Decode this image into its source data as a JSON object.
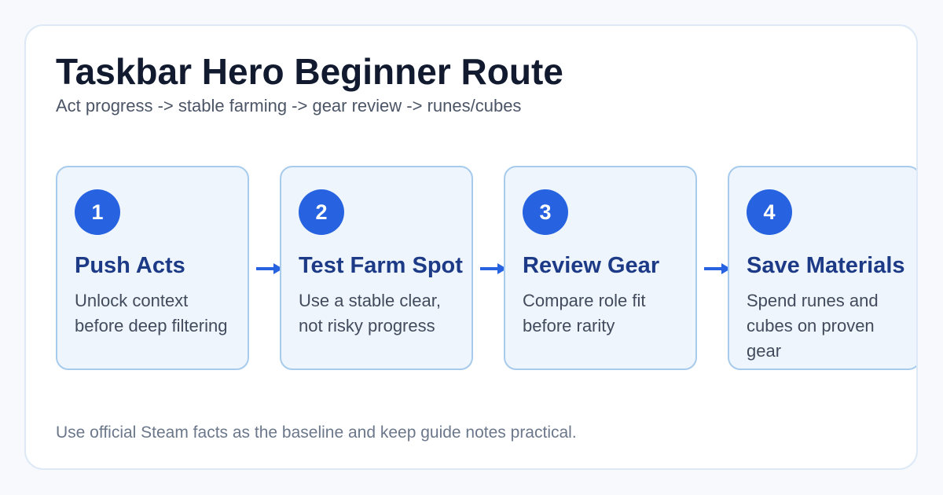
{
  "header": {
    "title": "Taskbar Hero Beginner Route",
    "subtitle": "Act progress -> stable farming -> gear review -> runes/cubes"
  },
  "steps": [
    {
      "number": "1",
      "title": "Push Acts",
      "description": "Unlock context before deep filtering"
    },
    {
      "number": "2",
      "title": "Test Farm Spot",
      "description": "Use a stable clear, not risky progress"
    },
    {
      "number": "3",
      "title": "Review Gear",
      "description": "Compare role fit before rarity"
    },
    {
      "number": "4",
      "title": "Save Materials",
      "description": "Spend runes and cubes on proven gear"
    }
  ],
  "footer": {
    "note": "Use official Steam facts as the baseline and keep guide notes practical."
  },
  "colors": {
    "accent": "#2763e0",
    "step_title": "#1d3a86",
    "step_background": "#eef5fd",
    "step_border": "#a7cbec"
  }
}
